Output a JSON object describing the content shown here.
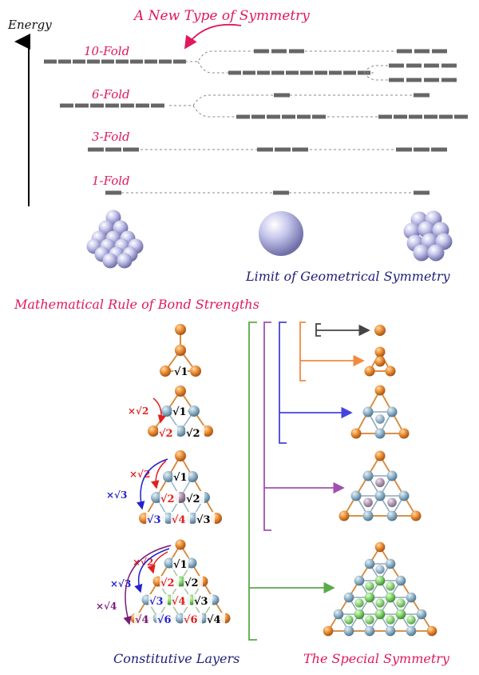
{
  "top": {
    "title": "A New Type of Symmetry",
    "energy_label": "Energy",
    "levels": [
      "10-Fold",
      "6-Fold",
      "3-Fold",
      "1-Fold"
    ],
    "limit_label": "Limit of Geometrical Symmetry"
  },
  "bottom": {
    "rule_title": "Mathematical Rule of Bond Strengths",
    "left_caption": "Constitutive Layers",
    "right_caption": "The Special Symmetry",
    "multipliers": [
      "×√2",
      "×√3",
      "×√4"
    ],
    "roots": [
      "√1",
      "√2",
      "√3",
      "√4",
      "√6"
    ]
  },
  "colors": {
    "accent": "#e0185c",
    "navy": "#1e1e7a",
    "orange_atom": "#e8892e",
    "blue_atom": "#8fb1c6",
    "purple_atom": "#a48aa8",
    "green_atom": "#7fcf6a",
    "red": "#e02020",
    "blue": "#2222cc",
    "purple": "#7a1a7a",
    "bracket_green": "#5aaa48",
    "bracket_purple": "#a050b0",
    "bracket_blue": "#4444dd",
    "bracket_orange": "#f08a40",
    "bracket_gray": "#444444"
  }
}
